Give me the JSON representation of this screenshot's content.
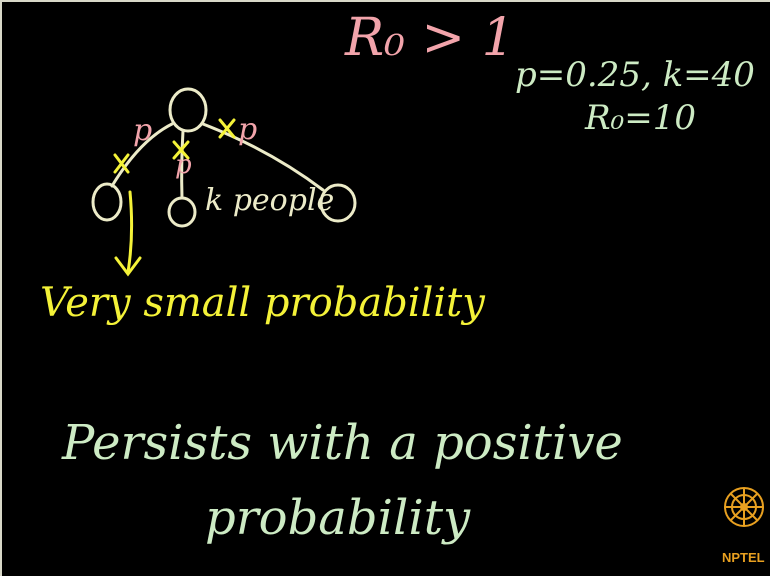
{
  "board": {
    "title": "R₀ > 1",
    "params_line1": "p=0.25, k=40",
    "params_line2": "R₀=10",
    "edge_label_p": "p",
    "k_people_label": "k people",
    "very_small_probability": "Very small probability",
    "persists_line1": "Persists with a positive",
    "persists_line2": "probability"
  },
  "logo": {
    "text": "NPTEL",
    "icon": "nptel-wheel-logo"
  },
  "colors": {
    "background": "#000000",
    "chalk_white": "#ecebc8",
    "chalk_yellow": "#f4f238",
    "chalk_pink": "#f2a4ab",
    "chalk_green": "#cdebc4",
    "logo_orange": "#e8a020"
  }
}
